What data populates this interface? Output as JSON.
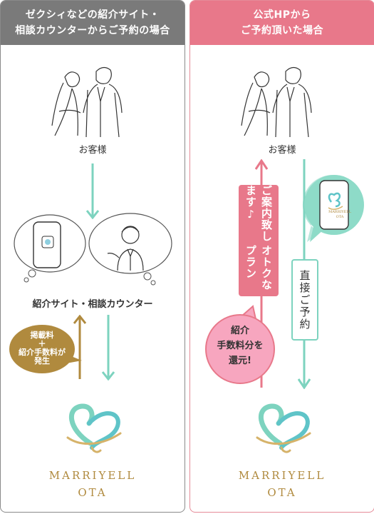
{
  "left": {
    "header": [
      "ゼクシィなどの紹介サイト・",
      "相談カウンターからご予約の場合"
    ],
    "customer_label": "お客様",
    "counter_label": "紹介サイト・相談カウンター",
    "fee_bubble": [
      "掲載料",
      "＋",
      "紹介手数料が",
      "発生"
    ],
    "brand_name": "MARRIYELL",
    "brand_sub": "OTA"
  },
  "right": {
    "header": [
      "公式HPから",
      "ご予約頂いた場合"
    ],
    "customer_label": "お客様",
    "plan_text": [
      "オトクなプラン",
      "ご案内致します♪"
    ],
    "direct_text": "直接ご予約",
    "refund_bubble": [
      "紹介",
      "手数料分を",
      "還元!"
    ],
    "phone_brand": "MARRIYELL",
    "phone_brand_sub": "OTA",
    "brand_name": "MARRIYELL",
    "brand_sub": "OTA"
  },
  "colors": {
    "left_header": "#7a7a7a",
    "right_header": "#e8788a",
    "mint": "#7dd3bf",
    "gold": "#b08a3e",
    "pink": "#e8788a",
    "pink_light": "#f7a6bf"
  },
  "icons": [
    "couple-illustration-icon",
    "phone-icon",
    "staff-icon",
    "logo-icon"
  ]
}
